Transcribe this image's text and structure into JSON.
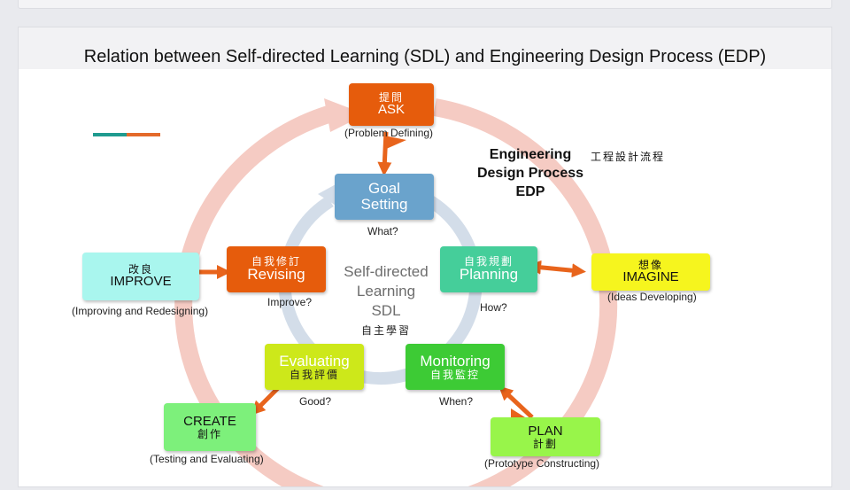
{
  "title": "Relation between Self-directed Learning (SDL) and Engineering Design Process (EDP)",
  "edp": {
    "line1": "Engineering",
    "line2": "Design Process",
    "line3": "EDP",
    "zh": "工程設計流程"
  },
  "sdl": {
    "line1": "Self-directed",
    "line2": "Learning",
    "line3": "SDL",
    "zh": "自主學習"
  },
  "colors": {
    "outer_ring": "#f5cbc3",
    "inner_ring": "#d3dde9",
    "arrow": "#e8641c",
    "ask": "#e65c0c",
    "improve": "#a9f6ee",
    "imagine": "#f6f51e",
    "plan": "#98f54a",
    "create": "#7df07b",
    "goal": "#6aa3cc",
    "planning": "#45ce9a",
    "monitoring": "#3dcb35",
    "evaluating": "#cde81a",
    "revising": "#e65c0c",
    "legend_a": "#1f9b8f",
    "legend_b": "#e46a2a"
  },
  "edp_steps": {
    "ask": {
      "zh": "提問",
      "label": "ASK",
      "caption": "(Problem Defining)"
    },
    "imagine": {
      "zh": "想像",
      "label": "IMAGINE",
      "caption": "(Ideas Developing)"
    },
    "plan": {
      "label": "PLAN",
      "zh": "計劃",
      "caption": "(Prototype Constructing)"
    },
    "create": {
      "label": "CREATE",
      "zh": "創作",
      "caption": "(Testing and Evaluating)"
    },
    "improve": {
      "zh": "改良",
      "label": "IMPROVE",
      "caption": "(Improving and Redesigning)"
    }
  },
  "sdl_steps": {
    "goal": {
      "label1": "Goal",
      "label2": "Setting",
      "question": "What?"
    },
    "planning": {
      "zh": "自我規劃",
      "label": "Planning",
      "question": "How?"
    },
    "monitoring": {
      "label": "Monitoring",
      "zh": "自我監控",
      "question": "When?"
    },
    "evaluating": {
      "label": "Evaluating",
      "zh": "自我評價",
      "question": "Good?"
    },
    "revising": {
      "zh": "自我修訂",
      "label": "Revising",
      "question": "Improve?"
    }
  }
}
